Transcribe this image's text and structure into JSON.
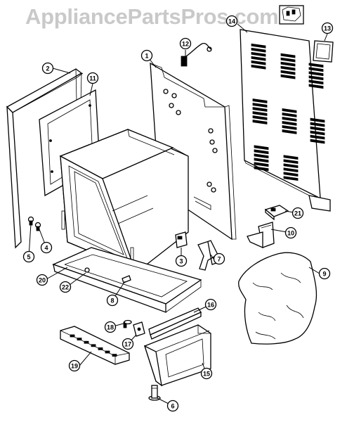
{
  "watermark": "AppliancePartsPros.com",
  "callouts": [
    {
      "id": "p1",
      "label": "1"
    },
    {
      "id": "p2",
      "label": "2"
    },
    {
      "id": "p3",
      "label": "3"
    },
    {
      "id": "p4",
      "label": "4"
    },
    {
      "id": "p5",
      "label": "5"
    },
    {
      "id": "p6",
      "label": "6"
    },
    {
      "id": "p7",
      "label": "7"
    },
    {
      "id": "p8",
      "label": "8"
    },
    {
      "id": "p9",
      "label": "9"
    },
    {
      "id": "p10",
      "label": "10"
    },
    {
      "id": "p11",
      "label": "11"
    },
    {
      "id": "p12",
      "label": "12"
    },
    {
      "id": "p13",
      "label": "13"
    },
    {
      "id": "p14",
      "label": "14"
    },
    {
      "id": "p15",
      "label": "15"
    },
    {
      "id": "p16",
      "label": "16"
    },
    {
      "id": "p17",
      "label": "17"
    },
    {
      "id": "p18",
      "label": "18"
    },
    {
      "id": "p19",
      "label": "19"
    },
    {
      "id": "p20",
      "label": "20"
    },
    {
      "id": "p21",
      "label": "21"
    },
    {
      "id": "p22",
      "label": "22"
    }
  ]
}
